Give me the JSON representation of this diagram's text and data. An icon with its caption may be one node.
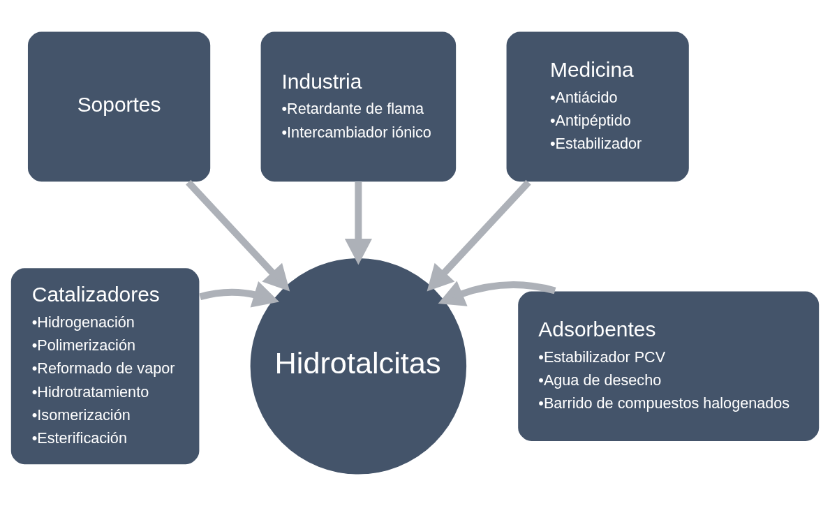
{
  "diagram": {
    "nodes": [
      {
        "text": [
          "Hidrotalcitas"
        ]
      },
      {
        "text": [
          "Soportes"
        ]
      },
      {
        "text": [
          "Industria",
          "•Retardante de flama",
          "•Intercambiador iónico"
        ]
      },
      {
        "text": [
          "Medicina",
          "•Antiácido",
          "•Antipéptido",
          "•Estabilizador"
        ]
      },
      {
        "text": [
          "Catalizadores",
          "•Hidrogenación",
          "•Polimerización",
          "•Reformado de vapor",
          "•Hidrotratamiento",
          "•Isomerización",
          "•Esterificación"
        ]
      },
      {
        "text": [
          "Adsorbentes",
          "•Estabilizador PCV",
          "•Agua de desecho",
          "•Barrido de compuestos halogenados"
        ]
      }
    ],
    "edges": [
      {
        "from": 1,
        "to": 0,
        "arrow": "to"
      },
      {
        "from": 2,
        "to": 0,
        "arrow": "to"
      },
      {
        "from": 3,
        "to": 0,
        "arrow": "to"
      },
      {
        "from": 4,
        "to": 0,
        "arrow": "to"
      },
      {
        "from": 5,
        "to": 0,
        "arrow": "to"
      }
    ]
  }
}
